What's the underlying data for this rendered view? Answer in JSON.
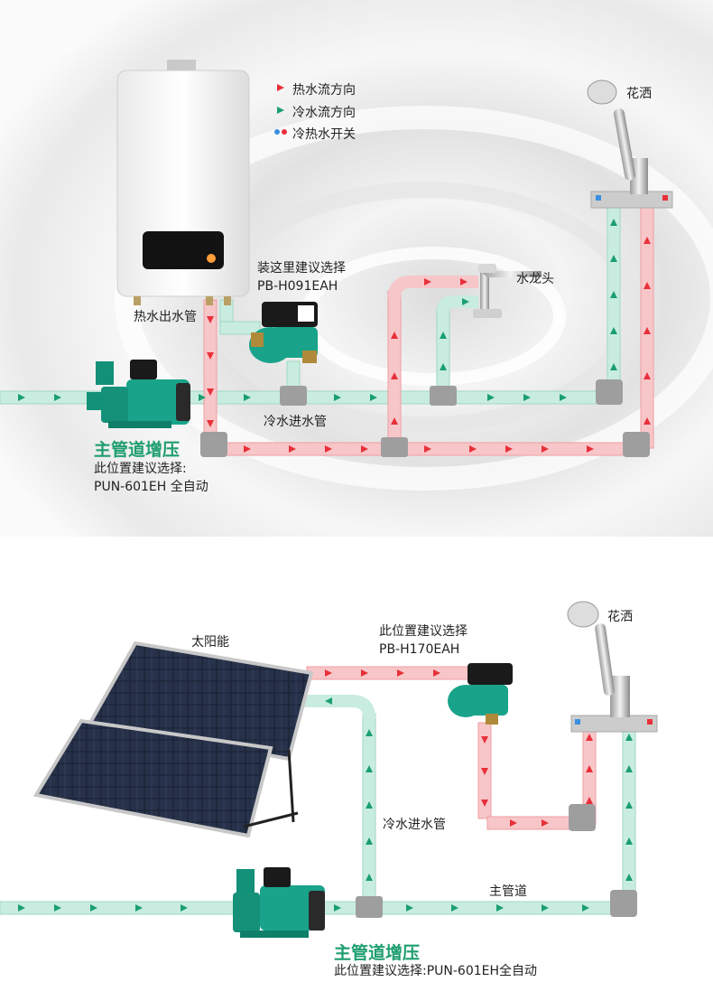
{
  "colors": {
    "hot": "#e8303a",
    "cold": "#1a9e72",
    "hot_pipe": "#f7c6c8",
    "cold_pipe": "#c9ece0",
    "pump": "#19a38a",
    "title_green": "#1e9e6e"
  },
  "legend": {
    "hot_flow": "热水流方向",
    "cold_flow": "冷水流方向",
    "switch": "冷热水开关"
  },
  "top": {
    "shower": "花洒",
    "faucet": "水龙头",
    "hot_outlet": "热水出水管",
    "cold_inlet": "冷水进水管",
    "pump_suggest_line1": "装这里建议选择",
    "pump_suggest_line2": "PB-H091EAH",
    "main_title": "主管道增压",
    "main_sub1": "此位置建议选择:",
    "main_sub2": "PUN-601EH 全自动"
  },
  "bottom": {
    "solar": "太阳能",
    "shower": "花洒",
    "pump_suggest_line1": "此位置建议选择",
    "pump_suggest_line2": "PB-H170EAH",
    "cold_inlet": "冷水进水管",
    "main_pipe": "主管道",
    "main_title": "主管道增压",
    "main_sub": "此位置建议选择:PUN-601EH全自动"
  }
}
